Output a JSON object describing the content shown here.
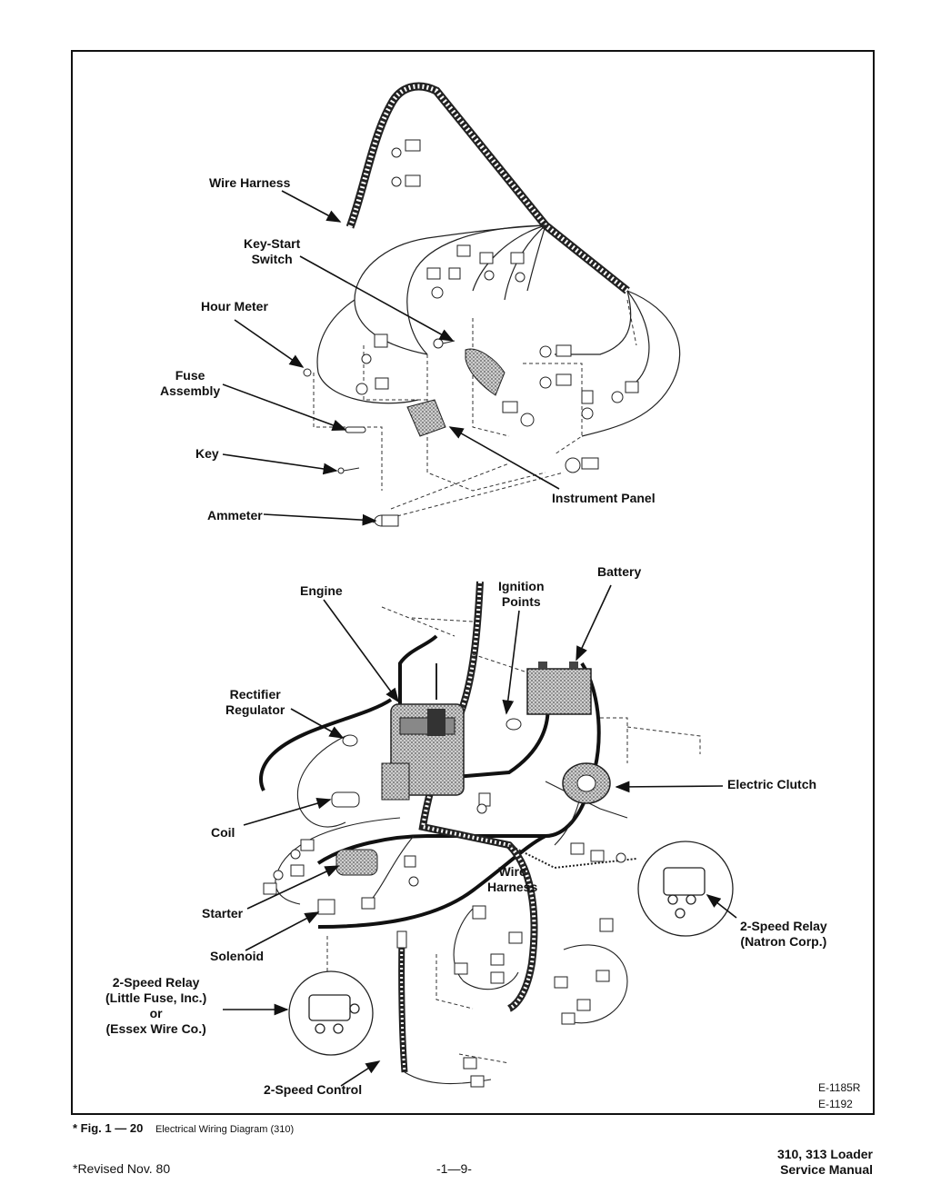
{
  "labels": {
    "wire_harness_top": "Wire Harness",
    "key_start_switch": [
      "Key-Start",
      "Switch"
    ],
    "hour_meter": "Hour Meter",
    "fuse_assembly": [
      "Fuse",
      "Assembly"
    ],
    "key": "Key",
    "ammeter": "Ammeter",
    "instrument_panel": "Instrument Panel",
    "engine": "Engine",
    "ignition_points": [
      "Ignition",
      "Points"
    ],
    "battery": "Battery",
    "rectifier_regulator": [
      "Rectifier",
      "Regulator"
    ],
    "electric_clutch": "Electric Clutch",
    "coil": "Coil",
    "wire_harness_bottom": [
      "Wire",
      "Harness"
    ],
    "starter": "Starter",
    "solenoid": "Solenoid",
    "relay_natron": [
      "2-Speed Relay",
      "(Natron Corp.)"
    ],
    "relay_little_fuse": [
      "2-Speed Relay",
      "(Little Fuse, Inc.)",
      "or",
      "(Essex Wire Co.)"
    ],
    "speed_control": "2-Speed Control"
  },
  "drawing_numbers": [
    "E-1185R",
    "E-1192"
  ],
  "caption": {
    "figure": "* Fig. 1 — 20",
    "description": "Electrical Wiring Diagram (310)"
  },
  "footer": {
    "revised": "*Revised Nov. 80",
    "page": "-1—9-",
    "manual_title": [
      "310, 313 Loader",
      "Service Manual"
    ]
  }
}
